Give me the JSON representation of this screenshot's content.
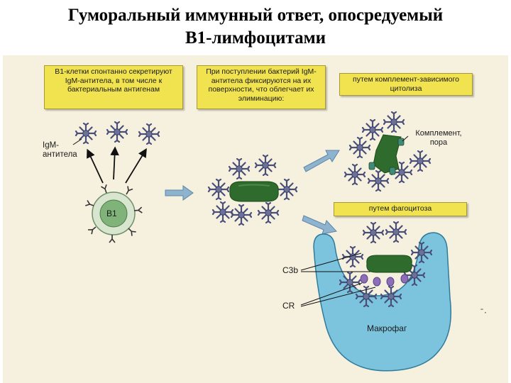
{
  "title": {
    "line1": "Гуморальный иммунный ответ, опосредуемый",
    "line2": "B1-лимфоцитами"
  },
  "notes": {
    "b1_secretion": "B1-клетки спонтанно секретируют IgM-антитела, в том числе к бактериальным антигенам",
    "bacteria_fixation": "При поступлении бактерий IgM-антитела фиксируются на их поверхности, что облегчает их элиминацию:",
    "complement_lysis": "путем комплемент-зависимого цитолиза",
    "phagocytosis": "путем фагоцитоза"
  },
  "labels": {
    "igm_antibodies": "IgM-антитела",
    "b1_cell": "B1",
    "complement_pore": "Комплемент, пора",
    "c3b": "C3b",
    "cr": "CR",
    "macrophage": "Макрофаг"
  },
  "colors": {
    "note_fill": "#f1e34f",
    "antibody": "#4a4f7a",
    "bacterium": "#2e6b2c",
    "b1_cell": "#7fb37a",
    "macrophage": "#7cc4de",
    "receptor": "#8c6fb8",
    "arrow": "#6f9cbc"
  }
}
